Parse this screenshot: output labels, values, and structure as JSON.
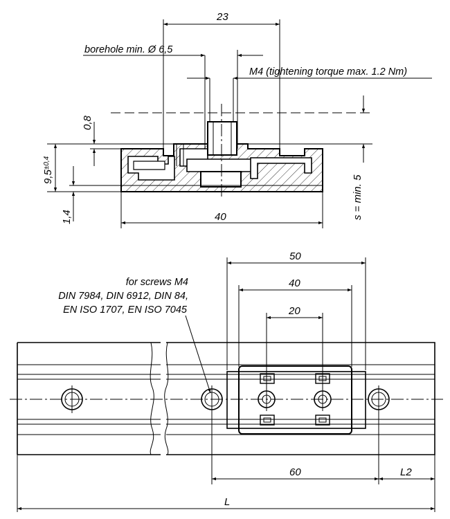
{
  "top_view": {
    "dim_width_top": "23",
    "borehole_label": "borehole min. Ø 6,5",
    "m4_label": "M4 (tightening torque max. 1.2 Nm)",
    "dim_08": "0,8",
    "dim_95": "9,5",
    "dim_95_tol": "±0,4",
    "dim_14": "1,4",
    "dim_40": "40",
    "dim_s": "s = min. 5"
  },
  "bottom_view": {
    "dim_50": "50",
    "dim_40": "40",
    "dim_20": "20",
    "screws_line1": "for screws M4",
    "screws_line2": "DIN 7984, DIN 6912, DIN 84,",
    "screws_line3": "EN ISO 1707, EN ISO 7045",
    "dim_60": "60",
    "dim_L2": "L2",
    "dim_L": "L"
  }
}
